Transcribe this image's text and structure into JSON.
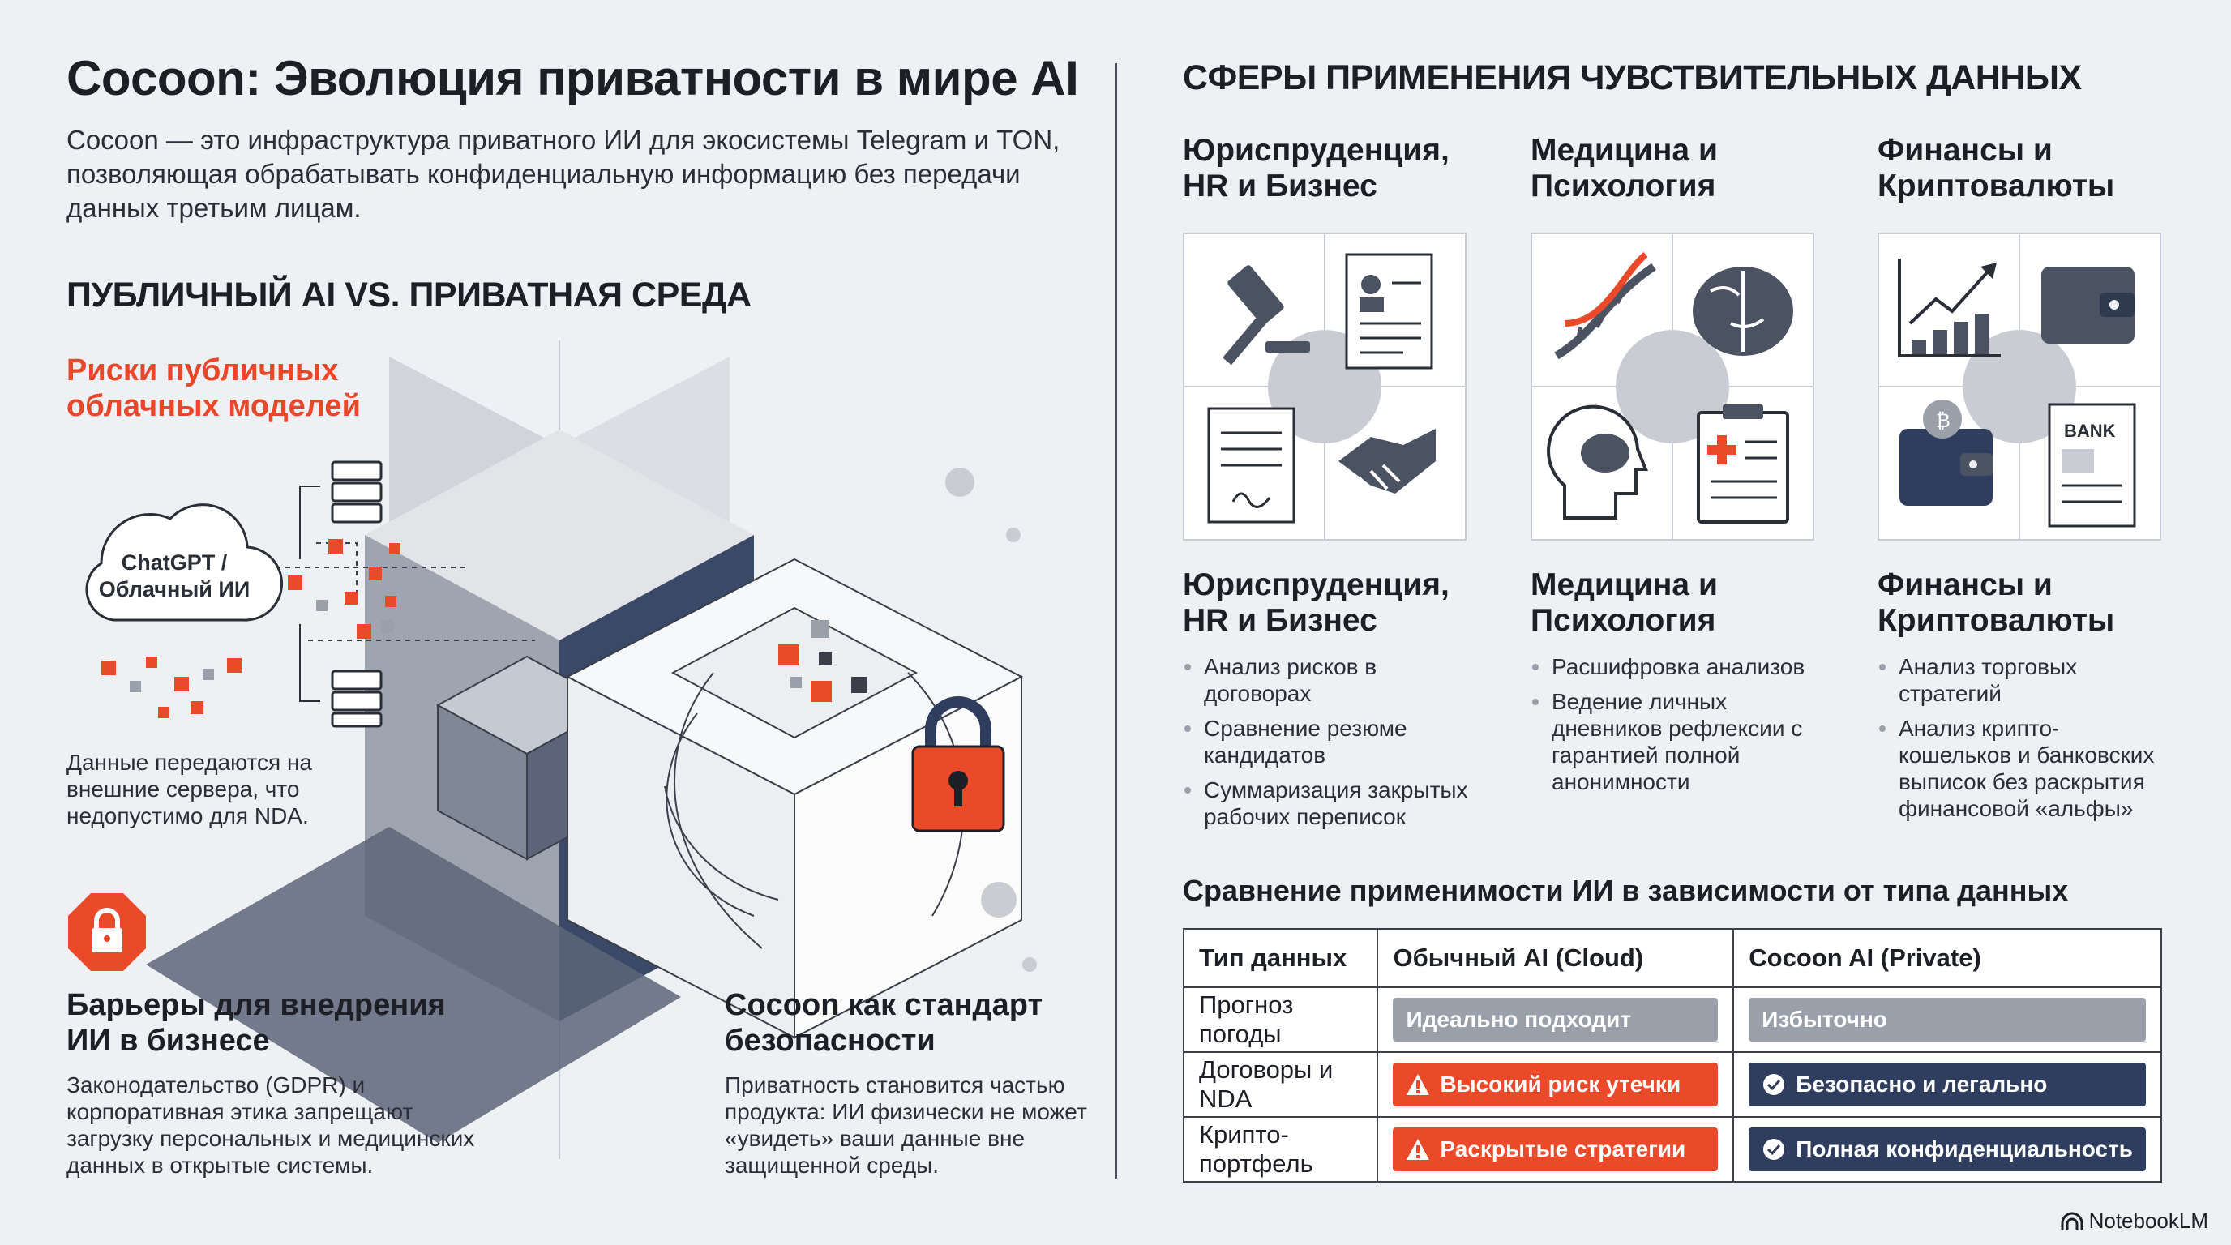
{
  "header": {
    "title": "Cocoon: Эволюция приватности в мире AI",
    "intro": "Cocoon — это инфраструктура приватного ИИ для экосистемы Telegram и TON, позволяющая обрабатывать конфиденциальную информацию без передачи данных третьим лицам."
  },
  "left": {
    "section_title": "ПУБЛИЧНЫЙ AI VS. ПРИВАТНАЯ СРЕДА",
    "risk_title": "Риски публичных облачных моделей",
    "cloud_label": "ChatGPT / Облачный ИИ",
    "risk_text": "Данные передаются на внешние сервера, что недопустимо для NDA.",
    "barrier_title": "Барьеры для внедрения ИИ в бизнесе",
    "barrier_text": "Законодательство (GDPR) и корпоративная этика запрещают загрузку персональных и медицинских данных в открытые системы.",
    "standard_title": "Cocoon как стандарт безопасности",
    "standard_text": "Приватность становится частью продукта: ИИ физически не может «увидеть» ваши данные вне защищенной среды."
  },
  "right": {
    "section_title": "СФЕРЫ ПРИМЕНЕНИЯ ЧУВСТВИТЕЛЬНЫХ ДАННЫХ",
    "spheres": [
      {
        "title": "Юриспруденция, HR и Бизнес",
        "bullets": [
          "Анализ рисков в договорах",
          "Сравнение резюме кандидатов",
          "Суммаризация закрытых рабочих переписок"
        ]
      },
      {
        "title": "Медицина и Психология",
        "bullets": [
          "Расшифровка анализов",
          "Ведение личных дневников рефлексии с гарантией полной анонимности"
        ]
      },
      {
        "title": "Финансы и Криптовалюты",
        "bullets": [
          "Анализ торговых стратегий",
          "Анализ крипто-кошельков и банковских выписок без раскрытия финансовой «альфы»"
        ]
      }
    ],
    "bank_label": "BANK",
    "comparison_title": "Сравнение применимости ИИ в зависимости от типа данных",
    "table": {
      "headers": [
        "Тип данных",
        "Обычный AI (Cloud)",
        "Cocoon AI (Private)"
      ],
      "rows": [
        {
          "type": "Прогноз погоды",
          "cloud": "Идеально подходит",
          "private": "Избыточно"
        },
        {
          "type": "Договоры и NDA",
          "cloud": "Высокий риск утечки",
          "private": "Безопасно и легально"
        },
        {
          "type": "Крипто-портфель",
          "cloud": "Раскрытые стратегии",
          "private": "Полная конфиденциальность"
        }
      ]
    }
  },
  "footer": {
    "brand": "NotebookLM"
  },
  "colors": {
    "accent": "#ea4a2a",
    "navy": "#2f3e5e",
    "gray": "#9aa0a9",
    "background": "#eef0f4"
  }
}
